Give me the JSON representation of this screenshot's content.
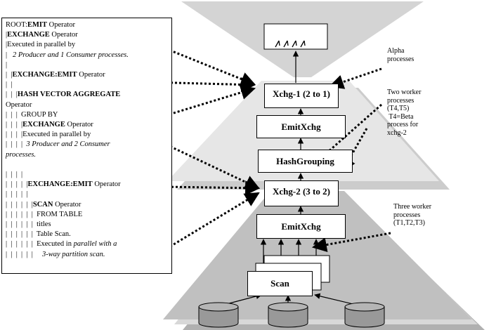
{
  "plan": {
    "lines": [
      {
        "segments": [
          {
            "t": "ROOT:",
            "s": "n"
          },
          {
            "t": "EMIT",
            "s": "b"
          },
          {
            "t": " Operator",
            "s": "n"
          }
        ]
      },
      {
        "segments": [
          {
            "t": "|",
            "s": "n"
          },
          {
            "t": "EXCHANGE",
            "s": "b"
          },
          {
            "t": " Operator",
            "s": "n"
          }
        ]
      },
      {
        "segments": [
          {
            "t": "|Executed in parallel by",
            "s": "n"
          }
        ]
      },
      {
        "segments": [
          {
            "t": "|   ",
            "s": "n"
          },
          {
            "t": "2 Producer and 1 Consumer processes.",
            "s": "i"
          }
        ]
      },
      {
        "segments": [
          {
            "t": "|",
            "s": "n"
          }
        ]
      },
      {
        "segments": [
          {
            "t": "|  |",
            "s": "n"
          },
          {
            "t": "EXCHANGE:EMIT",
            "s": "b"
          },
          {
            "t": " Operator",
            "s": "n"
          }
        ]
      },
      {
        "segments": [
          {
            "t": "|  |",
            "s": "n"
          }
        ]
      },
      {
        "segments": [
          {
            "t": "|  |  |",
            "s": "n"
          },
          {
            "t": "HASH VECTOR AGGREGATE",
            "s": "b"
          }
        ]
      },
      {
        "segments": [
          {
            "t": "Operator",
            "s": "n"
          }
        ]
      },
      {
        "segments": [
          {
            "t": "|  |  |  GROUP BY",
            "s": "n"
          }
        ]
      },
      {
        "segments": [
          {
            "t": "|  |  |  |",
            "s": "n"
          },
          {
            "t": "EXCHANGE",
            "s": "b"
          },
          {
            "t": " Operator",
            "s": "n"
          }
        ]
      },
      {
        "segments": [
          {
            "t": "|  |  |  |Executed in parallel by",
            "s": "n"
          }
        ]
      },
      {
        "segments": [
          {
            "t": "|  |  |  |  ",
            "s": "n"
          },
          {
            "t": "3 Producer and 2 Consumer",
            "s": "i"
          }
        ]
      },
      {
        "segments": [
          {
            "t": "processes.",
            "s": "i"
          }
        ]
      },
      {
        "segments": []
      },
      {
        "segments": [
          {
            "t": "|  |  |  |",
            "s": "n"
          }
        ]
      },
      {
        "segments": [
          {
            "t": "|  |  |  |  |",
            "s": "n"
          },
          {
            "t": "EXCHANGE:EMIT",
            "s": "b"
          },
          {
            "t": " Operator",
            "s": "n"
          }
        ]
      },
      {
        "segments": [
          {
            "t": "|  |  |  |  |",
            "s": "n"
          }
        ]
      },
      {
        "segments": [
          {
            "t": "|  |  |  |  |  |",
            "s": "n"
          },
          {
            "t": "SCAN",
            "s": "b"
          },
          {
            "t": " Operator",
            "s": "n"
          }
        ]
      },
      {
        "segments": [
          {
            "t": "|  |  |  |  |  |  FROM TABLE",
            "s": "n"
          }
        ]
      },
      {
        "segments": [
          {
            "t": "|  |  |  |  |  |  titles",
            "s": "n"
          }
        ]
      },
      {
        "segments": [
          {
            "t": "|  |  |  |  |  |  Table Scan.",
            "s": "n"
          }
        ]
      },
      {
        "segments": [
          {
            "t": "|  |  |  |  |  |  Executed in ",
            "s": "n"
          },
          {
            "t": "parallel with a",
            "s": "i"
          }
        ]
      },
      {
        "segments": [
          {
            "t": "|  |  |  |  |  |     ",
            "s": "n"
          },
          {
            "t": "3-way partition scan.",
            "s": "i"
          }
        ]
      }
    ]
  },
  "boxes": {
    "xchg1": "Xchg-1 (2 to 1)",
    "emit_upper": "EmitXchg",
    "hash": "HashGrouping",
    "xchg2": "Xchg-2 (3 to 2)",
    "emit_lower": "EmitXchg",
    "scan": "Scan"
  },
  "notes": {
    "alpha": "Alpha\nprocesses",
    "beta": "Two worker\nprocesses\n(T4,T5)\n T4=Beta\nprocess for\nxchg-2",
    "three": "Three worker\nprocesses\n(T1,T2,T3)"
  },
  "colors": {
    "top_region": "#d4d4d4",
    "middle_region": "#e6e6e6",
    "bottom_region": "#c0c0c0",
    "disk": "#999999"
  }
}
